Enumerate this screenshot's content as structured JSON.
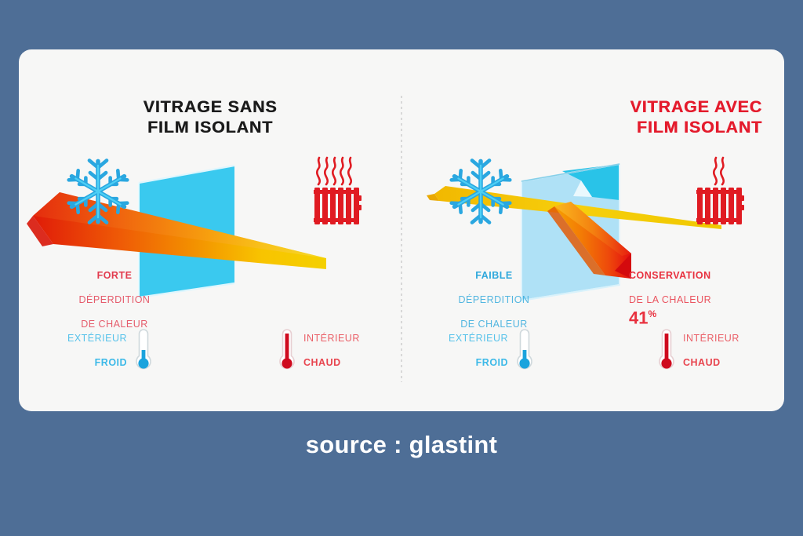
{
  "background_color": "#4e6e96",
  "card": {
    "background_color": "#f7f7f6"
  },
  "panels": {
    "left": {
      "title": "VITRAGE SANS\nFILM ISOLANT",
      "title_color": "#1b1b1b",
      "snowflake_icon": "snowflake-icon",
      "radiator_icon": "radiator-icon",
      "glass_label": "glass-pane-plain",
      "heat_arrow_label": "heat-loss-arrow-large",
      "loss_caption_line1": "FORTE",
      "loss_caption_line2": "DÉPERDITION",
      "loss_caption_line3": "DE CHALEUR",
      "loss_caption_color": "#e23b4e",
      "exterior_label_line1": "EXTÉRIEUR",
      "exterior_label_line2": "FROID",
      "exterior_color": "#3cb9e8",
      "interior_label_line1": "INTÉRIEUR",
      "interior_label_line2": "CHAUD",
      "interior_color": "#e8454f"
    },
    "right": {
      "title": "VITRAGE AVEC\nFILM ISOLANT",
      "title_color": "#e41b2c",
      "snowflake_icon": "snowflake-icon",
      "radiator_icon": "radiator-icon",
      "glass_label": "glass-pane-with-film",
      "heat_arrow_label": "heat-retained-arrow-large",
      "loss_caption_line1": "FAIBLE",
      "loss_caption_line2": "DÉPERDITION",
      "loss_caption_line3": "DE CHALEUR",
      "loss_caption_color": "#2fa8dc",
      "keep_caption_line1": "CONSERVATION",
      "keep_caption_line2": "DE LA CHALEUR",
      "keep_percent_value": "41",
      "keep_percent_symbol": "%",
      "keep_caption_color": "#e8313f",
      "exterior_label_line1": "EXTÉRIEUR",
      "exterior_label_line2": "FROID",
      "exterior_color": "#3cb9e8",
      "interior_label_line1": "INTÉRIEUR",
      "interior_label_line2": "CHAUD",
      "interior_color": "#e8454f"
    }
  },
  "divider": {
    "style": "dotted-vertical",
    "color": "#d8d8d8"
  },
  "source": {
    "text": "source : glastint",
    "color": "#ffffff"
  }
}
